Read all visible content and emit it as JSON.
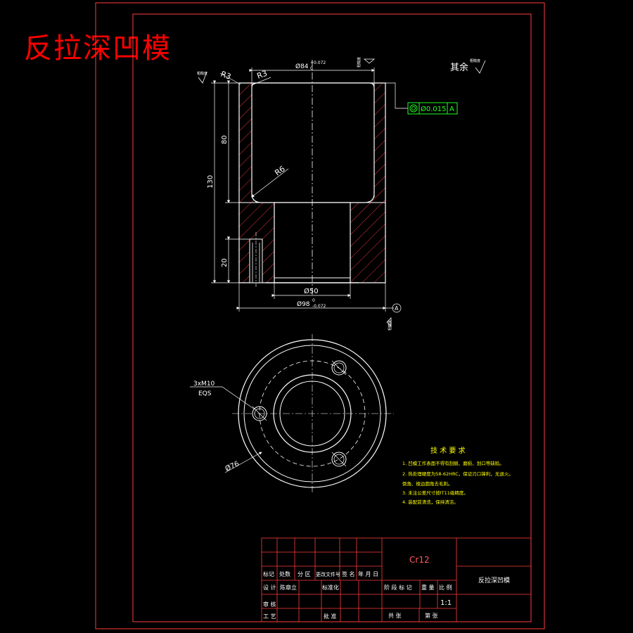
{
  "drawing_title": "反拉深凹模",
  "surface_finish": {
    "other_label": "其余",
    "note": "粗糙度"
  },
  "dimensions": {
    "top_bore": "Ø84",
    "top_tol_upper": "+0.072",
    "top_tol_lower": "0",
    "radius_r3_left": "R3",
    "radius_r3_right": "R3",
    "height_80": "80",
    "height_130": "130",
    "radius_r6": "R6",
    "height_20": "20",
    "bore_50": "Ø50",
    "outer_98": "Ø98",
    "outer_tol_upper": "0",
    "outer_tol_lower": "-0.072",
    "datum": "A",
    "bolt_callout": "3xM10",
    "bolt_eqs": "EQS",
    "pitch_76": "Ø76"
  },
  "geometric_tolerance": {
    "value": "Ø0.015",
    "datum": "A"
  },
  "tech_requirements": {
    "title": "技 术 要 求",
    "items": [
      "1. 凹模工作表面不得有刮痕、磨损、划口等缺陷。",
      "2. 热处理硬度为58-62HRC，保证刃口锋利，无退火。",
      "   倒角、棱边圆角去毛刺。",
      "3. 未注公差尺寸按IT11级精度。",
      "4. 装配前清洗，保持清洁。"
    ]
  },
  "title_block": {
    "material": "Cr12",
    "part_name": "反拉深凹模",
    "row_labels": [
      "标记",
      "处数",
      "分 区",
      "更改文件号",
      "签 名",
      "年 月 日"
    ],
    "design": "设 计",
    "designer": "陈章立",
    "standardize": "标准化",
    "stage_labels": [
      "阶 段 标 记",
      "重 量",
      "比 例"
    ],
    "scale": "1:1",
    "review": "审 核",
    "process": "工 艺",
    "approve": "批 准",
    "sheets": "共  张",
    "sheet_no": "第  张"
  },
  "colors": {
    "frame": "#ff3b3b",
    "lines": "#ffffff",
    "hatch": "#ff3b3b",
    "text": "#ffffff",
    "tolerance": "#22ff22",
    "notes": "#ffff00",
    "title": "#ff0000"
  }
}
